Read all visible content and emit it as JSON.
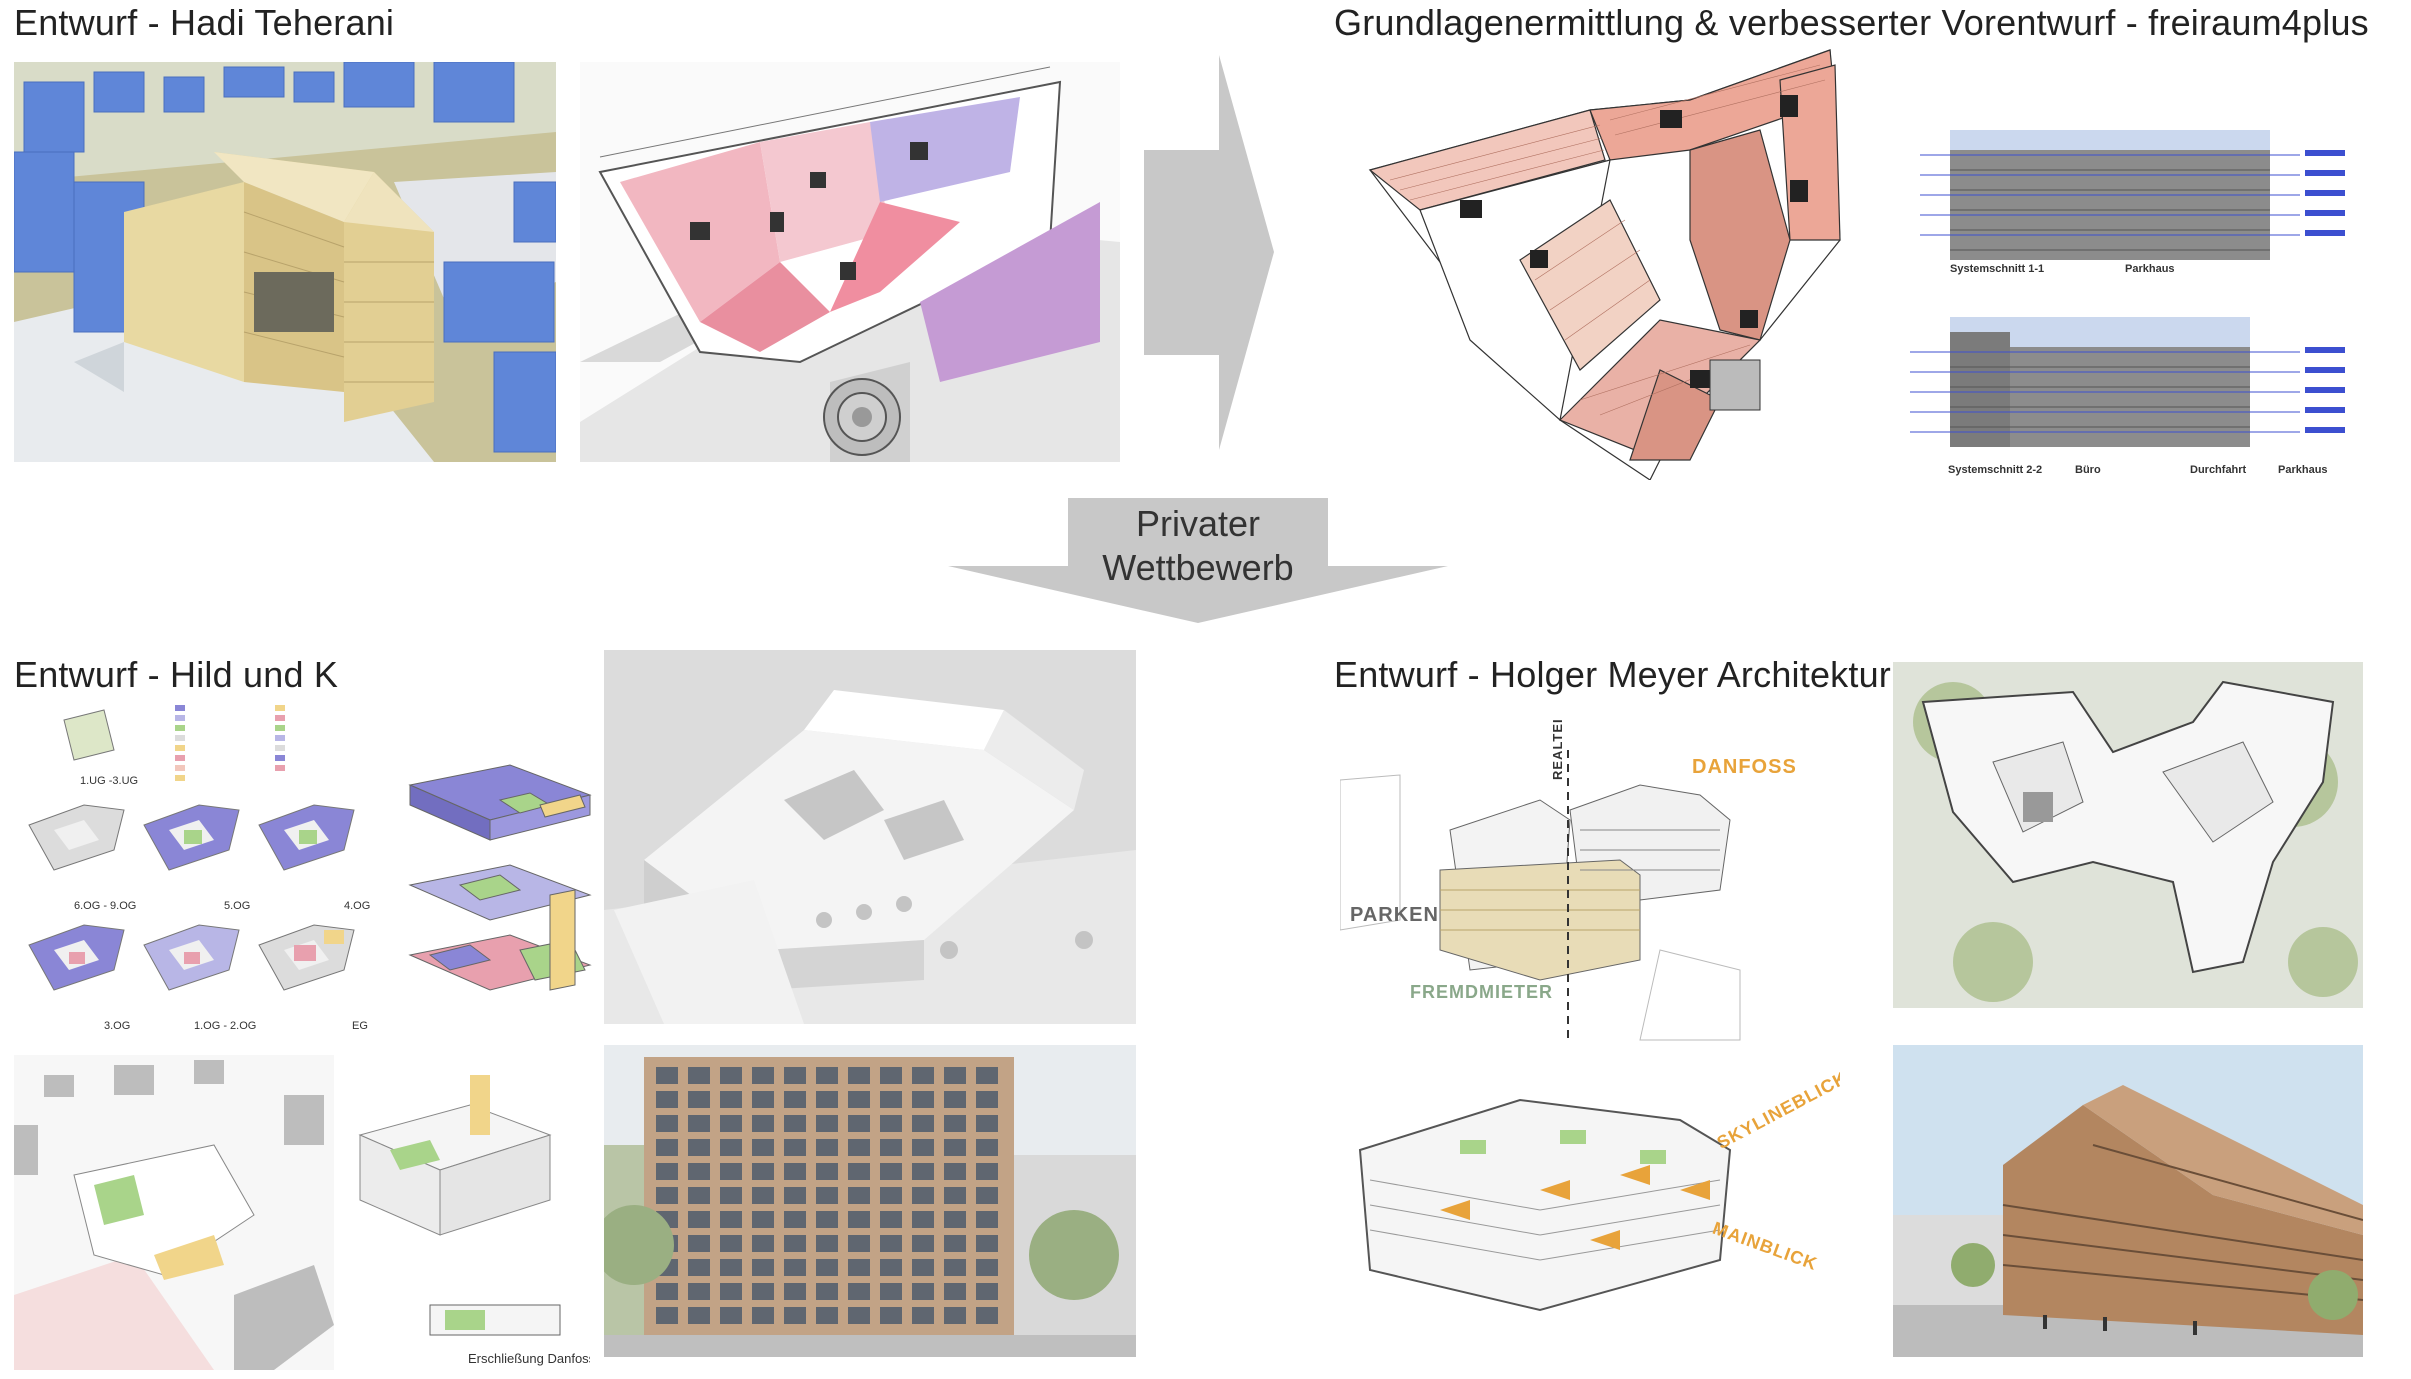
{
  "headings": {
    "teherani": "Entwurf - Hadi Teherani",
    "freiraum": "Grundlagenermittlung & verbesserter Vorentwurf - freiraum4plus",
    "hild": "Entwurf - Hild und K",
    "meyer": "Entwurf - Holger Meyer Architektur"
  },
  "transition": {
    "line1": "Privater",
    "line2": "Wettbewerb"
  },
  "freiraum_sections": {
    "section1_label": "Systemschnitt 1-1",
    "section1_sub": "Parkhaus",
    "section2_label": "Systemschnitt 2-2",
    "section2_parts": [
      "Büro",
      "Durchfahrt",
      "Parkhaus"
    ]
  },
  "hild_floors": {
    "labels": [
      "1.UG -3.UG",
      "6.OG - 9.OG",
      "5.OG",
      "4.OG",
      "3.OG",
      "1.OG - 2.OG",
      "EG"
    ],
    "caption": "Erschließung Danfoss"
  },
  "meyer_labels": {
    "realteilung": "REALTEILUNG",
    "danfoss": "DANFOSS",
    "parken": "PARKEN",
    "fremdmieter": "FREMDMIETER",
    "skylineblick": "SKYLINEBLICK",
    "mainblick": "MAINBLICK"
  },
  "colors": {
    "purple": "#8a86d6",
    "pink": "#e8a0ae",
    "green": "#a9d48a",
    "yellow": "#f1d58a",
    "salmon": "#e8a090",
    "arrow_grey": "#c8c8c8",
    "danfoss_orange": "#e8a33a",
    "fremd_green": "#8aa88a"
  }
}
